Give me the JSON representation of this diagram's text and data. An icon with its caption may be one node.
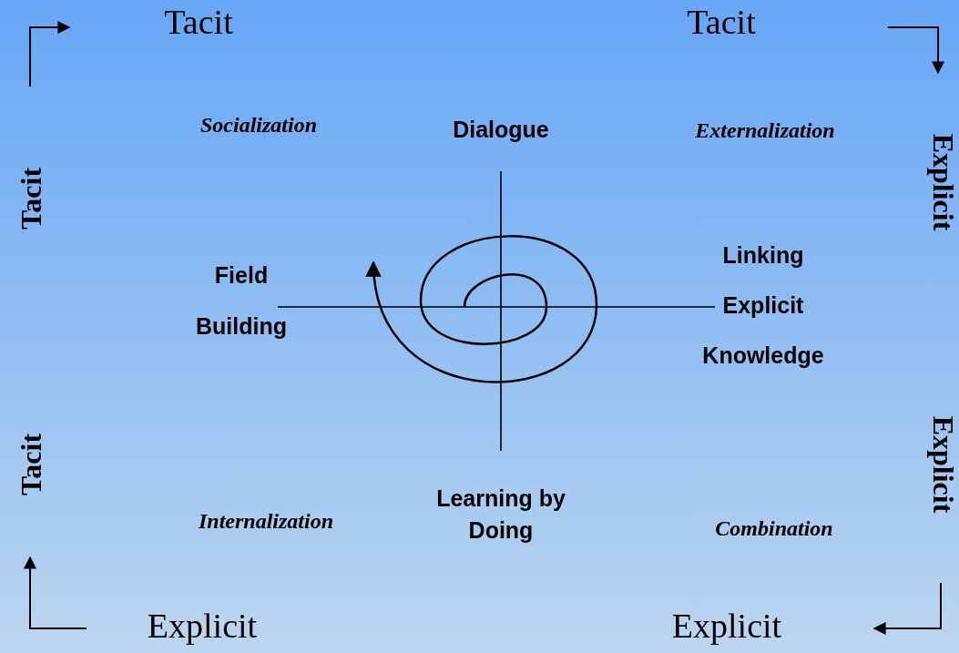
{
  "diagram": {
    "labels": [
      "Tacit",
      "Tacit",
      "Socialization",
      "Dialogue",
      "Externalization",
      "Tacit",
      "Explicit",
      "Linking Explicit Knowledge",
      "Field Building",
      "Tacit",
      "Explicit",
      "Learning by Doing",
      "Internalization",
      "Combination",
      "Explicit",
      "Explicit"
    ]
  }
}
